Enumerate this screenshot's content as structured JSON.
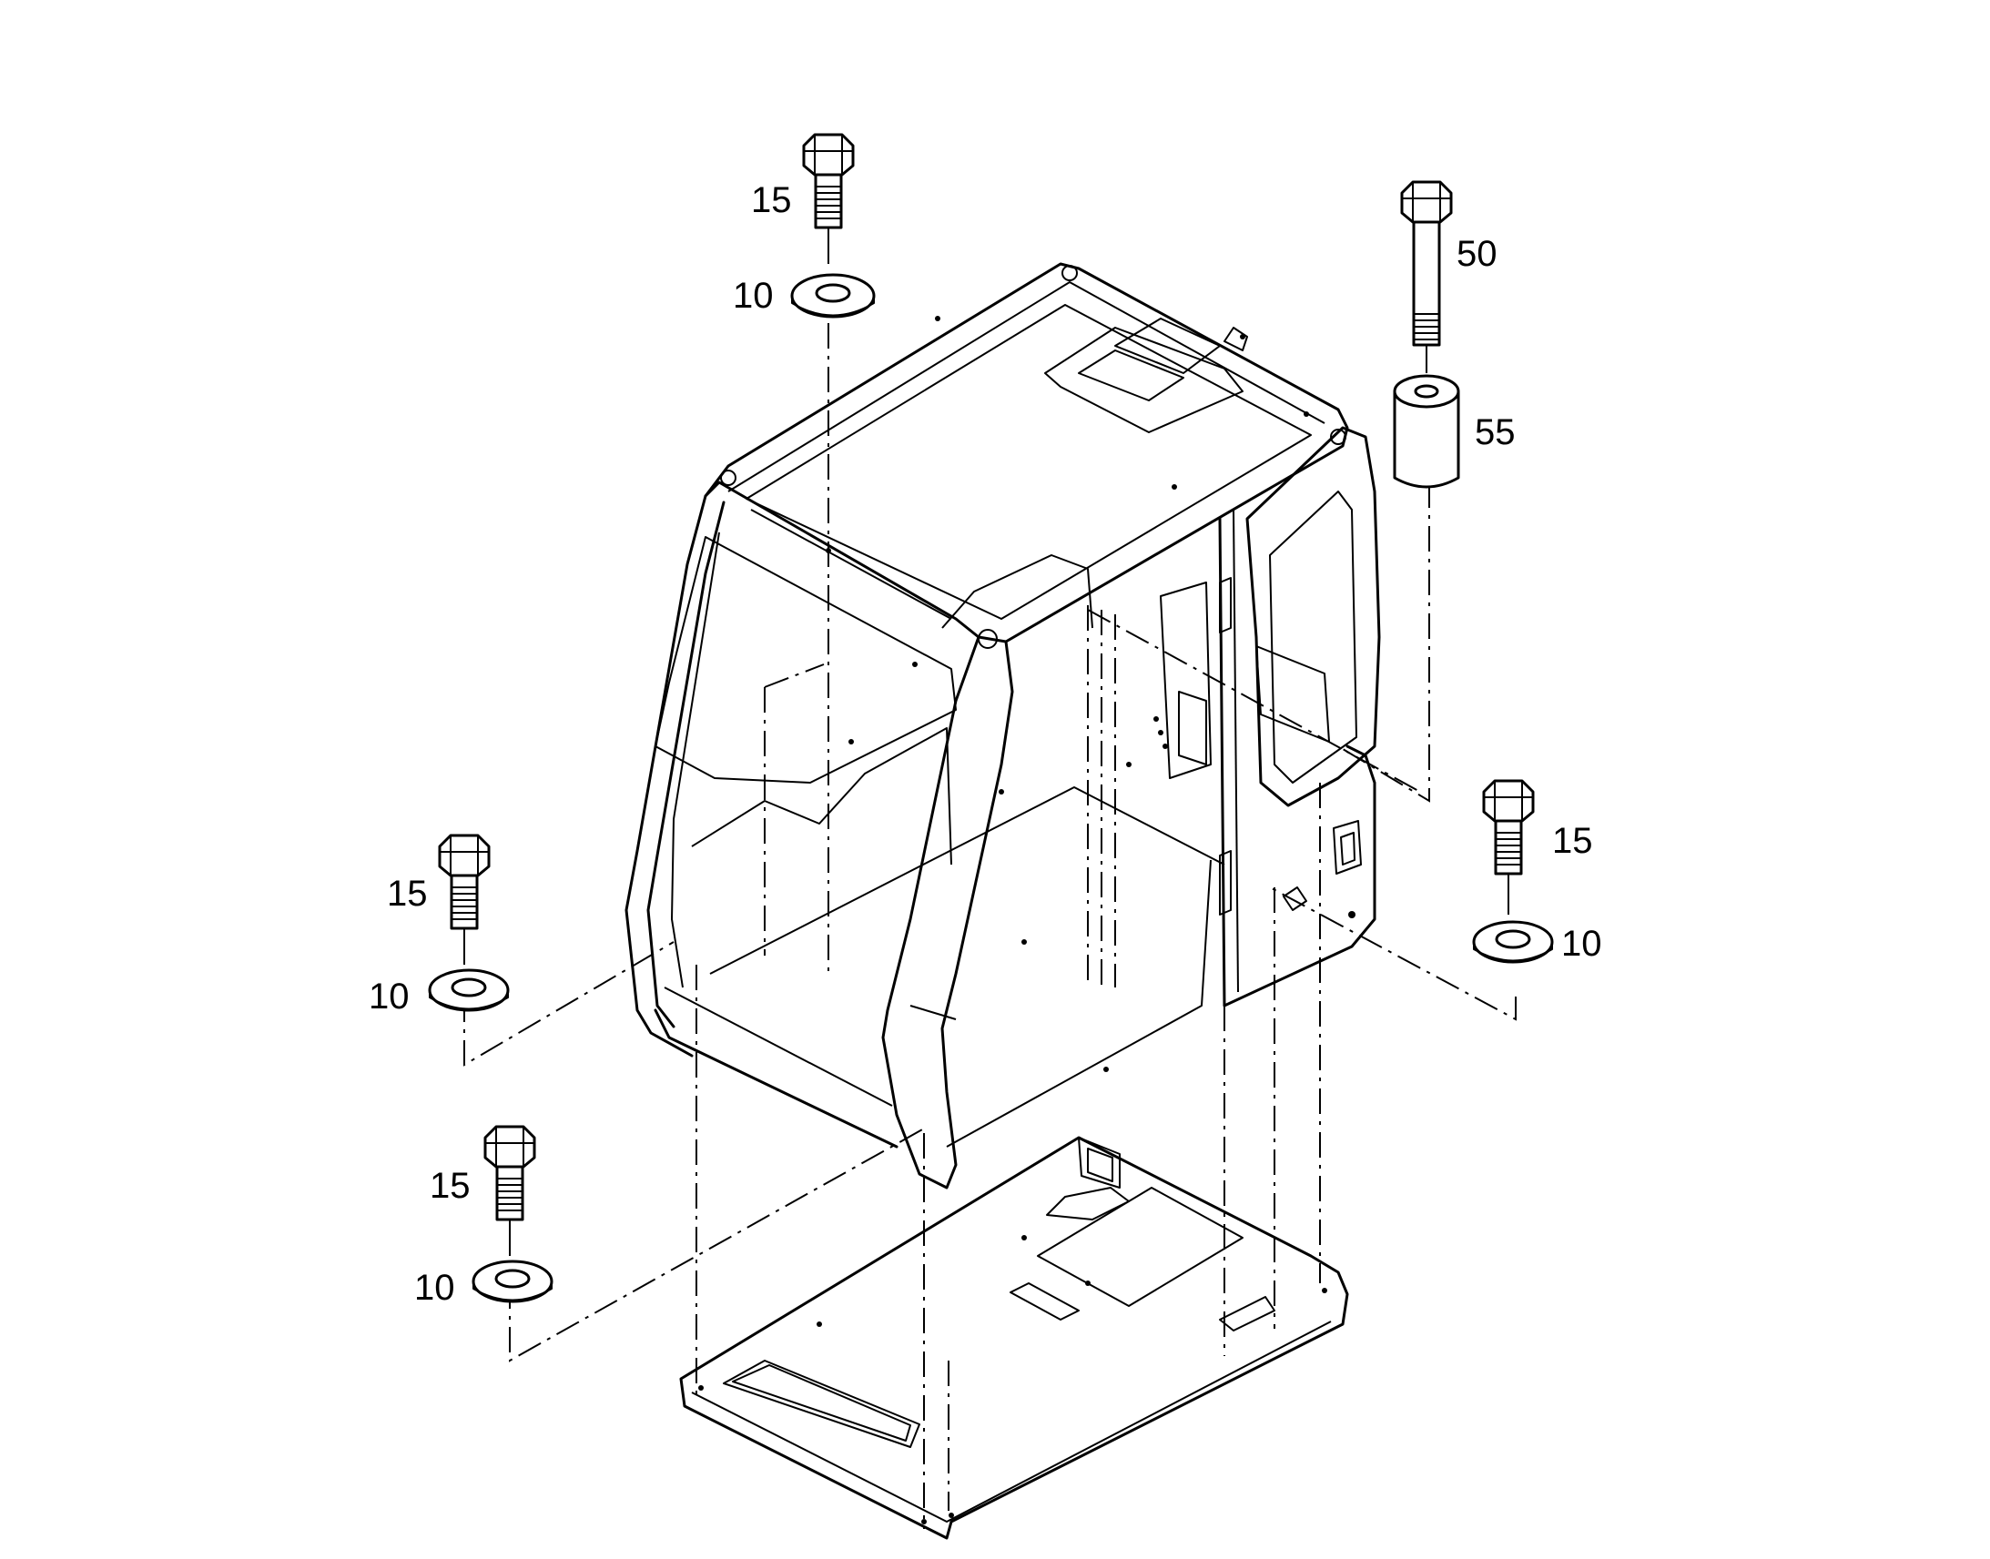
{
  "callouts": [
    {
      "id": "c1",
      "text": "15"
    },
    {
      "id": "c2",
      "text": "10"
    },
    {
      "id": "c3",
      "text": "50"
    },
    {
      "id": "c4",
      "text": "55"
    },
    {
      "id": "c5",
      "text": "15"
    },
    {
      "id": "c6",
      "text": "10"
    },
    {
      "id": "c7",
      "text": "15"
    },
    {
      "id": "c8",
      "text": "10"
    },
    {
      "id": "c9",
      "text": "15"
    },
    {
      "id": "c10",
      "text": "10"
    }
  ],
  "colors": {
    "ink": "#000000",
    "paper": "#ffffff"
  }
}
